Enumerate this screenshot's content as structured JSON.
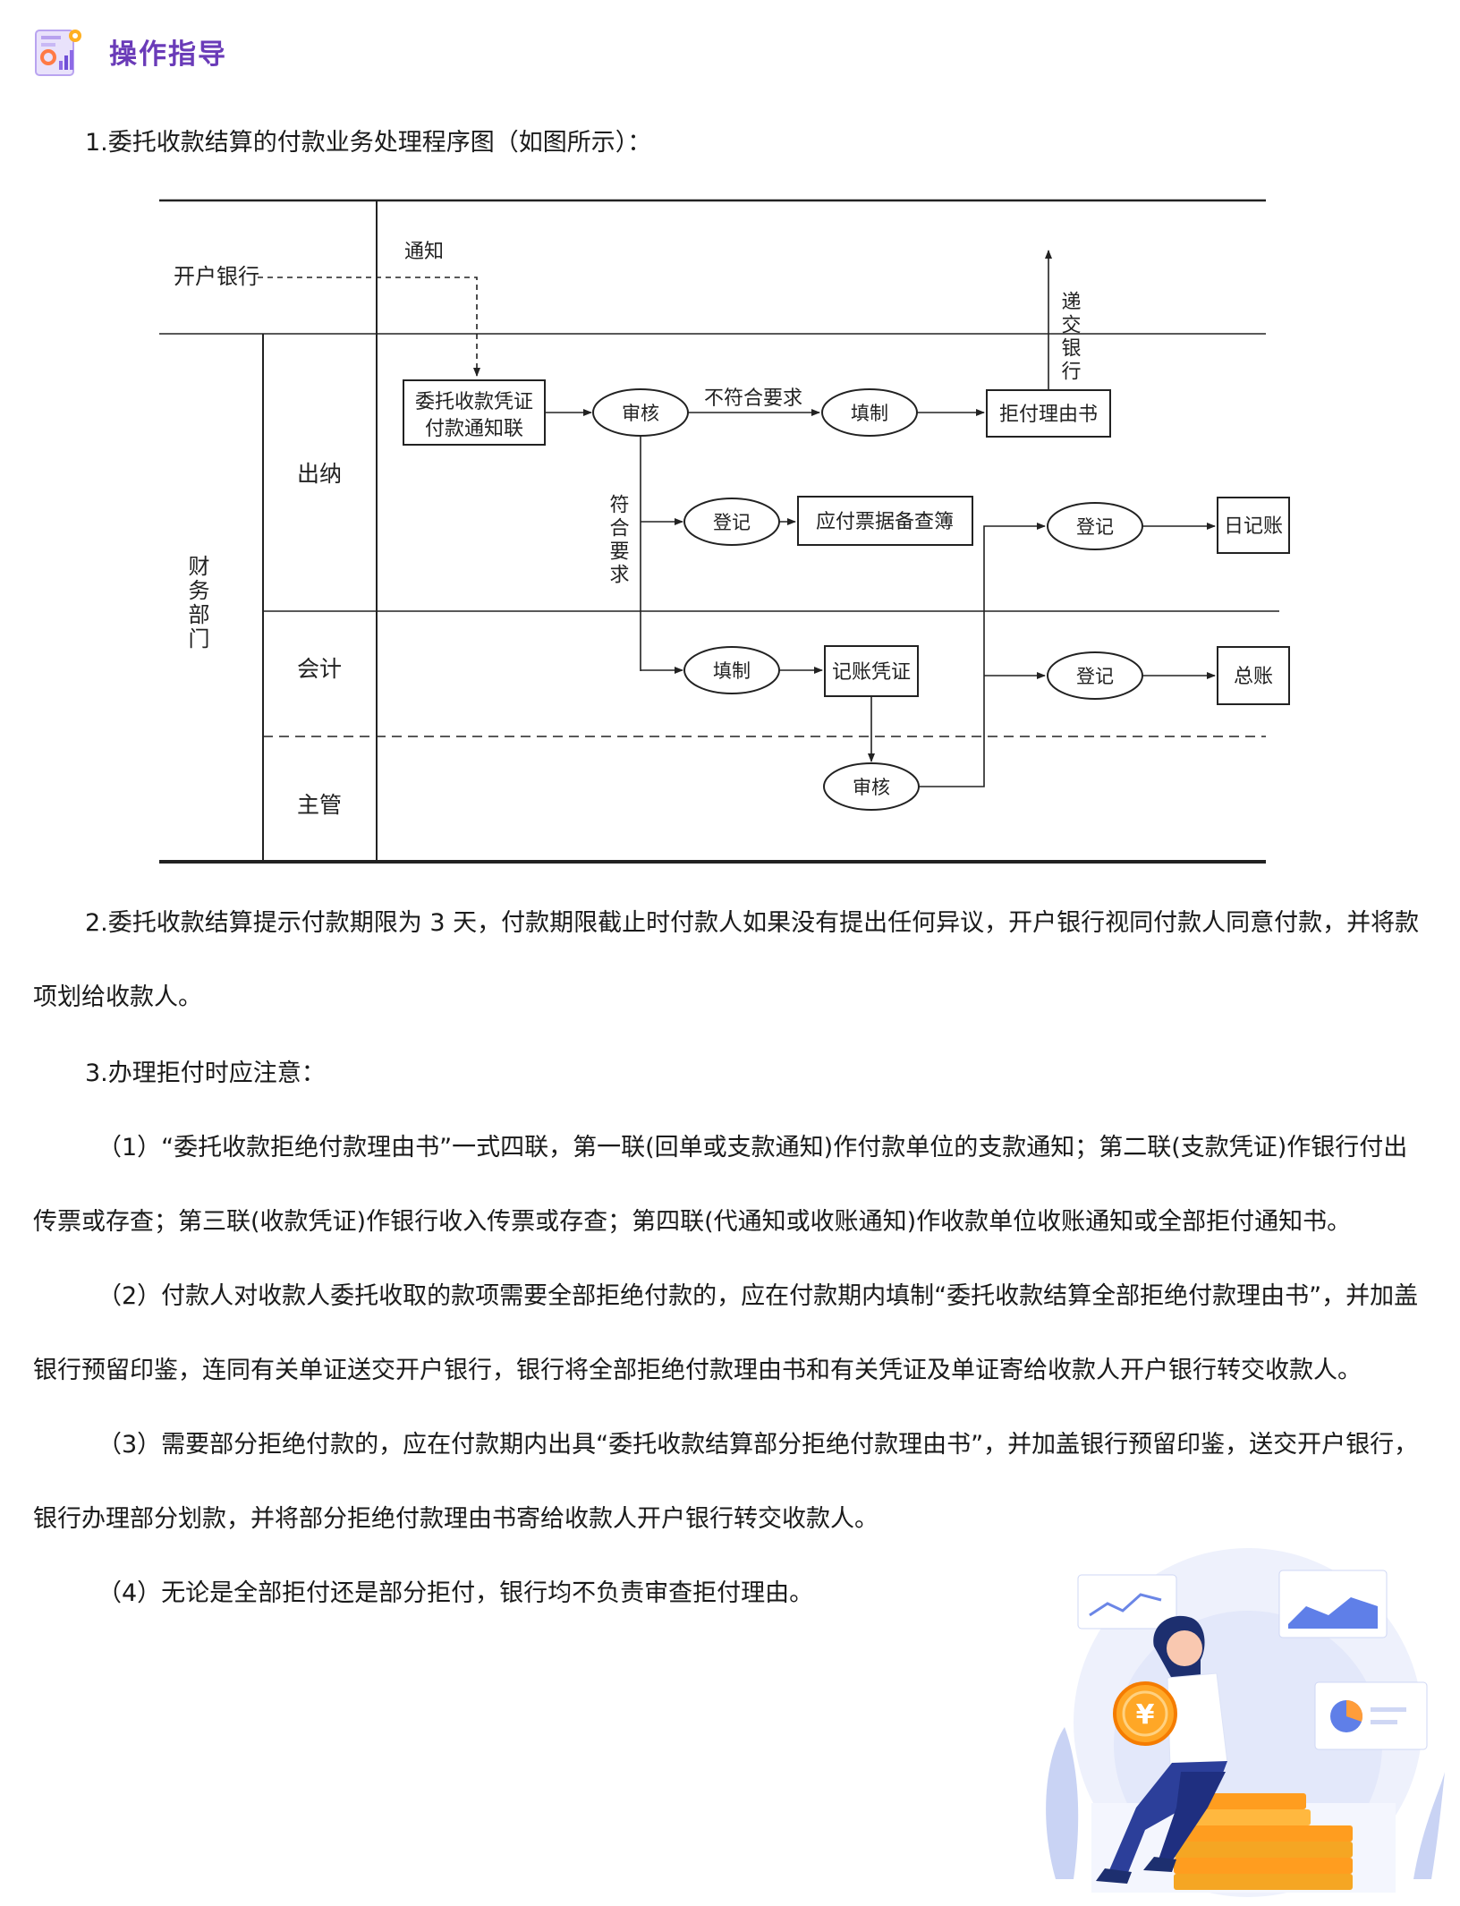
{
  "header": {
    "title": "操作指导",
    "icon": "report-chart-icon"
  },
  "para1": "1.委托收款结算的付款业务处理程序图（如图所示）：",
  "diagram": {
    "lane_bank": "开户银行",
    "lane_finance": "财务部门",
    "lane_cashier": "出纳",
    "lane_accounting": "会计",
    "lane_supervisor": "主管",
    "label_notify": "通知",
    "box_voucher_line1": "委托收款凭证",
    "box_voucher_line2": "付款通知联",
    "oval_review1": "审核",
    "label_not_compliant": "不符合要求",
    "oval_fill1": "填制",
    "box_refusal": "拒付理由书",
    "label_submit_bank": "递交银行",
    "label_compliant": "符合要求",
    "oval_register1": "登记",
    "box_payable_book": "应付票据备查簿",
    "oval_register2": "登记",
    "box_journal": "日记账",
    "oval_fill2": "填制",
    "box_accounting_voucher": "记账凭证",
    "oval_register3": "登记",
    "box_ledger": "总账",
    "oval_review2": "审核"
  },
  "para2": "2.委托收款结算提示付款期限为 3 天，付款期限截止时付款人如果没有提出任何异议，开户银行视同付款人同意付款，并将款项划给收款人。",
  "para3": "3.办理拒付时应注意：",
  "item1": "（1）“委托收款拒绝付款理由书”一式四联，第一联(回单或支款通知)作付款单位的支款通知；第二联(支款凭证)作银行付出传票或存查；第三联(收款凭证)作银行收入传票或存查；第四联(代通知或收账通知)作收款单位收账通知或全部拒付通知书。",
  "item2": "（2）付款人对收款人委托收取的款项需要全部拒绝付款的，应在付款期内填制“委托收款结算全部拒绝付款理由书”，并加盖银行预留印鉴，连同有关单证送交开户银行，银行将全部拒绝付款理由书和有关凭证及单证寄给收款人开户银行转交收款人。",
  "item3": "（3）需要部分拒绝付款的，应在付款期内出具“委托收款结算部分拒绝付款理由书”，并加盖银行预留印鉴，送交开户银行，银行办理部分划款，并将部分拒绝付款理由书寄给收款人开户银行转交收款人。",
  "item4": "（4）无论是全部拒付还是部分拒付，银行均不负责审查拒付理由。",
  "illustration": {
    "currency_symbol": "¥",
    "name": "woman-sitting-on-coins-illustration"
  }
}
